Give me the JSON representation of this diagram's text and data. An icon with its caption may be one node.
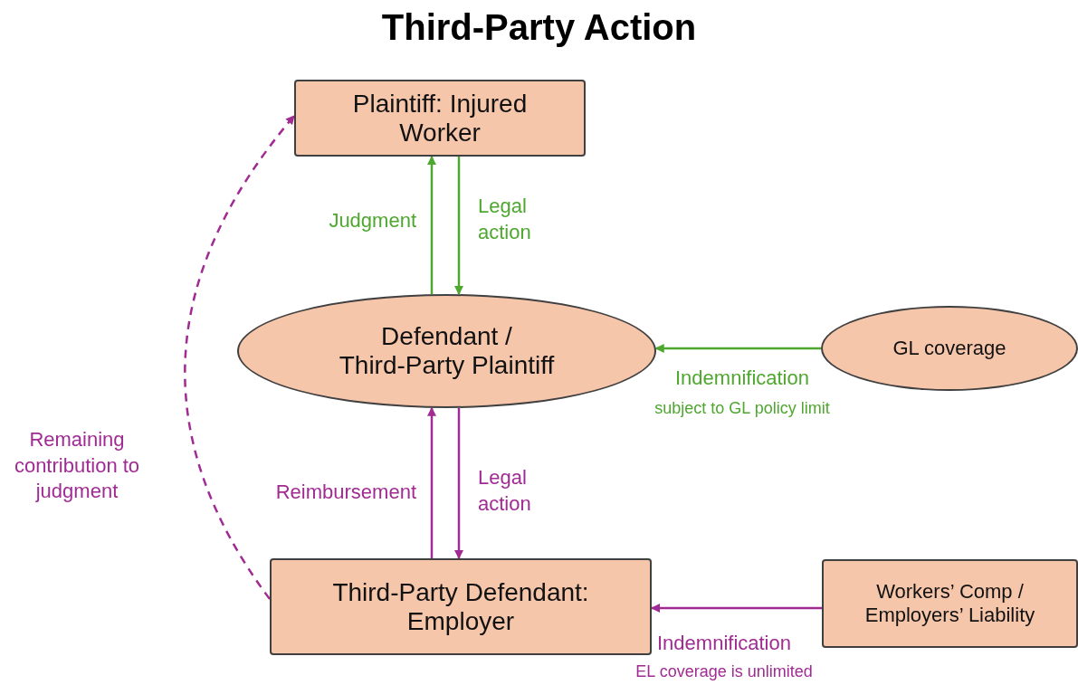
{
  "diagram": {
    "title": "Third-Party Action",
    "nodes": [
      {
        "text": [
          "Plaintiff: Injured Worker"
        ]
      },
      {
        "text": [
          "Defendant / Third-Party Plaintiff"
        ]
      },
      {
        "text": [
          "GL coverage"
        ]
      },
      {
        "text": [
          "Third-Party Defendant: Employer"
        ]
      },
      {
        "text": [
          "Workers’ Comp / Employers’ Liability"
        ]
      }
    ],
    "edges": [
      {
        "from": 1,
        "to": 0,
        "arrow": "to",
        "label": "Judgment",
        "color": "#4ea72e"
      },
      {
        "from": 0,
        "to": 1,
        "arrow": "to",
        "label": "Legal action",
        "color": "#4ea72e"
      },
      {
        "from": 2,
        "to": 1,
        "arrow": "to",
        "label": "Indemnification",
        "color": "#4ea72e"
      },
      {
        "from": 1,
        "to": 3,
        "arrow": "to",
        "label": "Legal action"
      },
      {
        "from": 3,
        "to": 1,
        "arrow": "to",
        "label": "Reimbursement"
      },
      {
        "from": 4,
        "to": 3,
        "arrow": "to",
        "label": "Indemnification"
      },
      {
        "from": 3,
        "to": 0,
        "arrow": "to",
        "label": "Remaining contribution to judgment",
        "style": "dashed"
      }
    ],
    "labels": [
      "subject to GL policy limit",
      "EL coverage is unlimited"
    ]
  }
}
